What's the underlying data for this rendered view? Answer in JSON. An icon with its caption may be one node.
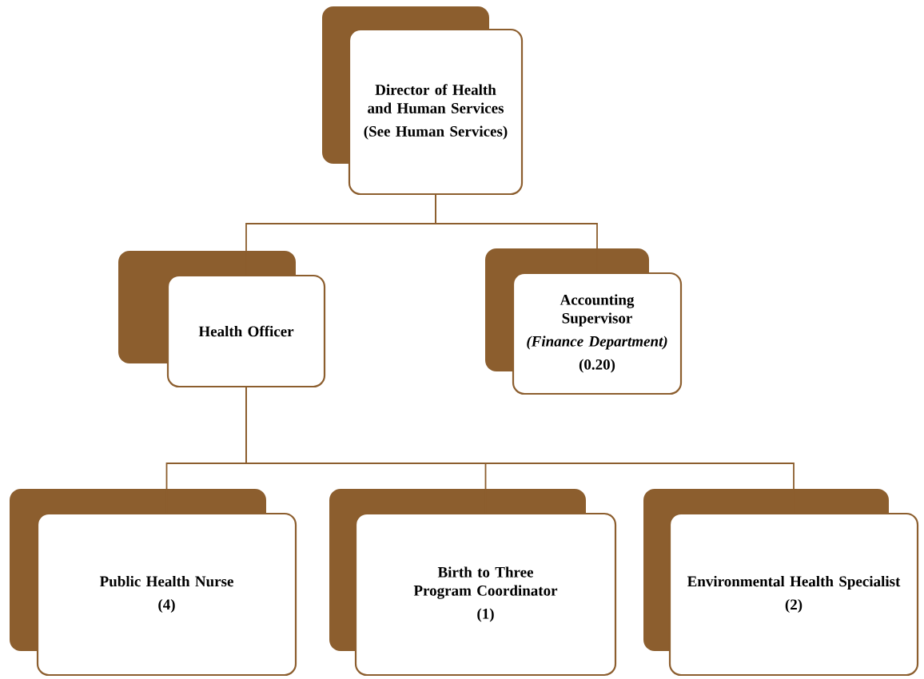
{
  "diagram": {
    "nodes": [
      {
        "text": [
          "Director of Health and Human Services",
          "(See Human Services)"
        ]
      },
      {
        "text": [
          "Health Officer"
        ]
      },
      {
        "text": [
          "Accounting Supervisor",
          "(Finance Department)",
          "(0.20)"
        ]
      },
      {
        "text": [
          "Public Health Nurse",
          "(4)"
        ]
      },
      {
        "text": [
          "Birth to Three Program Coordinator",
          "(1)"
        ]
      },
      {
        "text": [
          "Environmental Health Specialist",
          "(2)"
        ]
      }
    ],
    "edges": [
      {
        "from": 0,
        "to": 1,
        "arrow": "none"
      },
      {
        "from": 0,
        "to": 2,
        "arrow": "none"
      },
      {
        "from": 1,
        "to": 3,
        "arrow": "none"
      },
      {
        "from": 1,
        "to": 4,
        "arrow": "none"
      },
      {
        "from": 1,
        "to": 5,
        "arrow": "none"
      }
    ]
  }
}
